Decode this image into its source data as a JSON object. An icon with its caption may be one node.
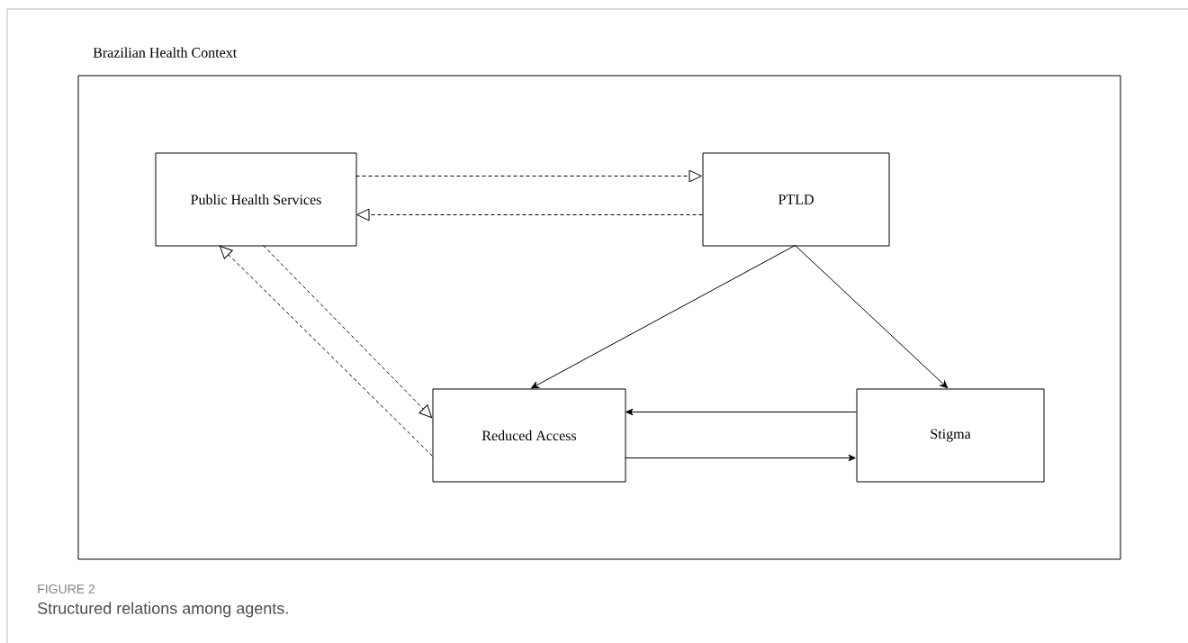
{
  "diagram": {
    "caption": "Structured relations among agents.",
    "nodes": [
      {
        "text": [
          "Brazilian Health Context"
        ]
      },
      {
        "text": [
          "Public Health Services"
        ],
        "in": 0
      },
      {
        "text": [
          "PTLD"
        ],
        "in": 0
      },
      {
        "text": [
          "Reduced Access"
        ],
        "in": 0
      },
      {
        "text": [
          "Stigma"
        ],
        "in": 0
      }
    ],
    "edges": [
      {
        "from": 1,
        "to": 2,
        "arrow": "to",
        "style": "dashed"
      },
      {
        "from": 2,
        "to": 1,
        "arrow": "to",
        "style": "dashed"
      },
      {
        "from": 1,
        "to": 3,
        "arrow": "to",
        "style": "dashed"
      },
      {
        "from": 3,
        "to": 1,
        "arrow": "to",
        "style": "dashed"
      },
      {
        "from": 2,
        "to": 3,
        "arrow": "to"
      },
      {
        "from": 2,
        "to": 4,
        "arrow": "to"
      },
      {
        "from": 4,
        "to": 3,
        "arrow": "to"
      },
      {
        "from": 3,
        "to": 4,
        "arrow": "to"
      }
    ],
    "labels": [
      "FIGURE 2"
    ]
  }
}
